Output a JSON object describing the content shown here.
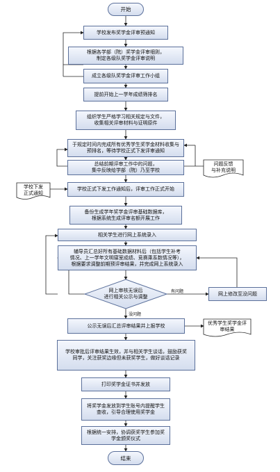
{
  "flow": {
    "start": "开始",
    "end": "结束",
    "steps": {
      "s1": "学校发布奖学金评审预通知",
      "s2": "根据各学部（院）奖学金评审细则，\n制定各级队奖学金评审说明",
      "s3": "成立各级队奖学金评审工作小组",
      "s4": "提前开始上一学年成绩筛排名",
      "s5": "组织学生严格学习相关规定与文件，\n收集相关评审材料与证明原件",
      "s6": "于规定时间内完成所有优秀学生奖学金材料收集与\n预排名，等待学校正式下发评审通知",
      "s7": "总结前期评审工作中的问题，\n集中反映给学部（院）乃至学校",
      "s8": "学校正式下发工作通知后，评审工作正式开始",
      "s9": "备份生成学年奖学金评审基础数据库，\n根据系统生成评审名额开展工作",
      "s10": "相关学生进行网上系统录入",
      "s11": "辅导员汇总好所有基础数据材料后（包括学生补考\n情况、上一学年文明寝室成绩、竞赛乘系数情况等），\n根据要求调整前期预评审结果，并完成网上系统录入",
      "s13": "网上修改至没问题",
      "s14": "公示无误后汇总评审结果并上报学校",
      "s15": "学校审批后评审结果生效，并与相关学生谈话，鼓励获奖\n同学，关注获奖边缘但未获奖学生，做好谈话记录",
      "s16": "打印奖学金证书并发放",
      "s17": "将奖学金发放到学生账号内提醒学生\n查收，引导合理使用奖学金",
      "s18": "根据统一安排，协调获奖学生参加奖\n学金颁奖仪式"
    },
    "decision": "网上审核无误后\n进行相关公示与调整",
    "docs": {
      "feedback": "问题反馈\n与补充说明",
      "notice": "学校下发\n正式通知",
      "result": "优秀学生奖学金评\n审结果"
    },
    "labels": {
      "has_problem": "有问题",
      "no_problem": "没问题"
    }
  }
}
